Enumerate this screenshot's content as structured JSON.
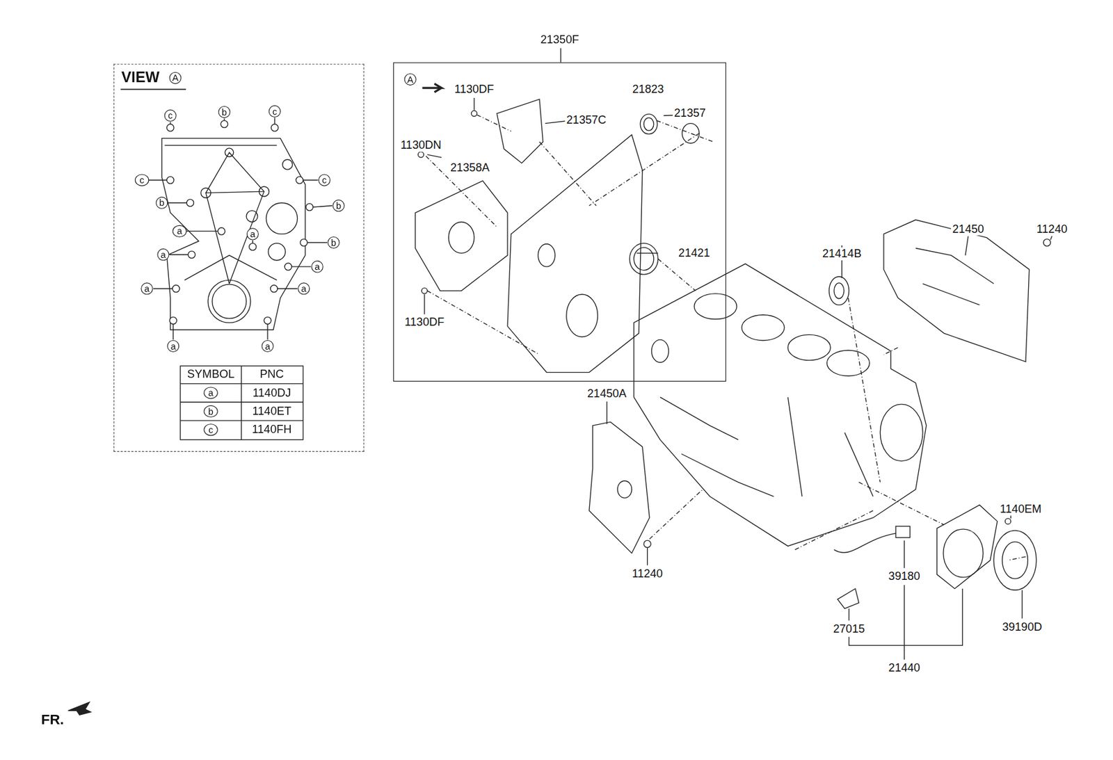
{
  "diagram": {
    "nodes": [
      {
        "text": [
          "VIEW"
        ]
      },
      {
        "text": [
          "21350F"
        ]
      }
    ],
    "labels": [
      "A",
      "c",
      "b",
      "c",
      "c",
      "c",
      "b",
      "b",
      "a",
      "a",
      "b",
      "a",
      "a",
      "a",
      "a",
      "a",
      "a",
      "SYMBOL",
      "PNC",
      "a",
      "1140DJ",
      "b",
      "1140ET",
      "c",
      "1140FH",
      "A",
      "1130DF",
      "21357C",
      "21823",
      "21357",
      "1130DN",
      "21358A",
      "21421",
      "1130DF",
      "21414B",
      "21450",
      "11240",
      "21450A",
      "11240",
      "1140EM",
      "39180",
      "39190D",
      "27015",
      "21440",
      "FR."
    ]
  }
}
